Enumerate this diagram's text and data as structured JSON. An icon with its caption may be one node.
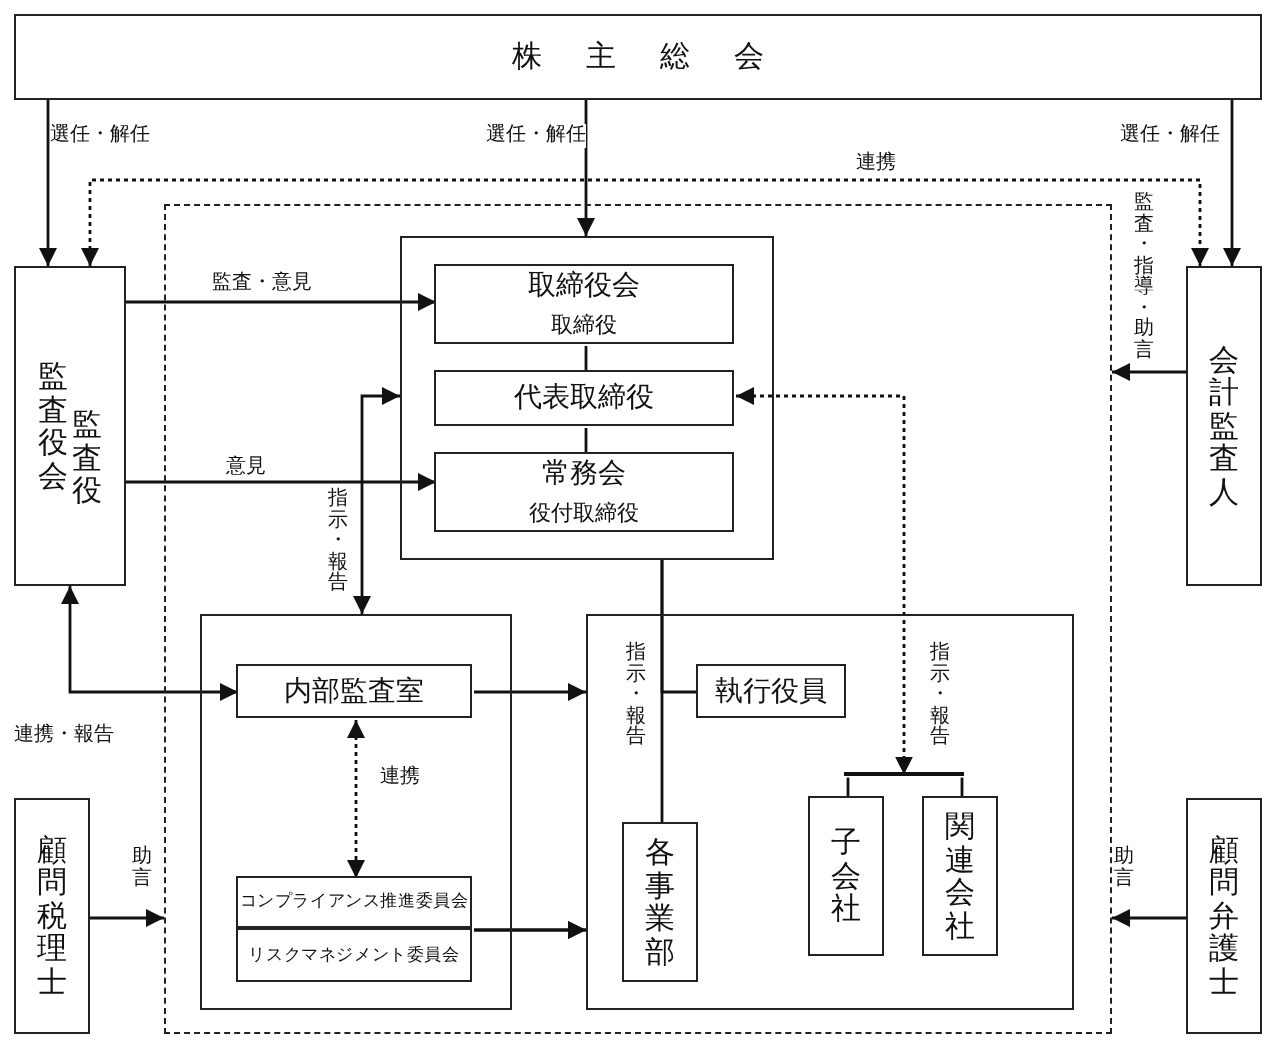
{
  "diagram": {
    "nodes": [
      {
        "text": [
          "株主総会"
        ]
      },
      {
        "text": [
          "監査役会",
          "監査役"
        ]
      },
      {
        "text": [
          "会計監査人"
        ]
      },
      {
        "text": [],
        "shape": "box"
      },
      {
        "text": [],
        "shape": "box",
        "in": 3
      },
      {
        "text": [
          "取締役会",
          "取締役"
        ],
        "in": 4
      },
      {
        "text": [
          "代表取締役"
        ],
        "in": 4
      },
      {
        "text": [
          "常務会",
          "役付取締役"
        ],
        "in": 4
      },
      {
        "text": [],
        "shape": "box",
        "in": 3
      },
      {
        "text": [
          "内部監査室"
        ],
        "in": 8
      },
      {
        "text": [
          "コンプライアンス推進委員会"
        ],
        "in": 8
      },
      {
        "text": [
          "リスクマネジメント委員会"
        ],
        "in": 8
      },
      {
        "text": [],
        "shape": "box",
        "in": 3
      },
      {
        "text": [
          "執行役員"
        ],
        "in": 12
      },
      {
        "text": [
          "各事業部"
        ],
        "in": 12
      },
      {
        "text": [
          "子会社"
        ],
        "in": 12
      },
      {
        "text": [
          "関連会社"
        ],
        "in": 12
      },
      {
        "text": [
          "顧問税理士"
        ]
      },
      {
        "text": [
          "顧問弁護士"
        ]
      },
      {
        "text": [],
        "shape": "bar",
        "in": 12
      }
    ],
    "edges": [
      {
        "from": 0,
        "to": 1,
        "arrow": "to",
        "label": "選任・解任"
      },
      {
        "from": 0,
        "to": 4,
        "arrow": "to",
        "label": "選任・解任"
      },
      {
        "from": 0,
        "to": 2,
        "arrow": "to",
        "label": "選任・解任"
      },
      {
        "from": 1,
        "to": 2,
        "arrow": "both",
        "label": "連携",
        "style": "dashed"
      },
      {
        "from": 1,
        "to": 5,
        "arrow": "to",
        "label": "監査・意見"
      },
      {
        "from": 1,
        "to": 7,
        "arrow": "to",
        "label": "意見"
      },
      {
        "from": 1,
        "to": 9,
        "arrow": "both",
        "label": "連携・報告"
      },
      {
        "from": 4,
        "to": 8,
        "arrow": "both",
        "label": "指示・報告"
      },
      {
        "from": 6,
        "to": 19,
        "arrow": "both",
        "label": "指示・報告",
        "style": "dashed"
      },
      {
        "from": 19,
        "to": 15,
        "arrow": "none"
      },
      {
        "from": 9,
        "to": 12,
        "arrow": "to"
      },
      {
        "from": 10,
        "to": 12,
        "arrow": "to"
      },
      {
        "from": 11,
        "to": 12,
        "arrow": "to"
      },
      {
        "from": 9,
        "to": 10,
        "arrow": "both",
        "label": "連携",
        "style": "dashed"
      },
      {
        "from": 4,
        "to": 13,
        "arrow": "none",
        "label": "指示・報告"
      },
      {
        "from": 4,
        "to": 14,
        "arrow": "none"
      },
      {
        "from": 5,
        "to": 6,
        "arrow": "none"
      },
      {
        "from": 6,
        "to": 7,
        "arrow": "none"
      },
      {
        "from": 2,
        "to": 3,
        "arrow": "to",
        "label": "監査・指導・助言"
      },
      {
        "from": 17,
        "to": 3,
        "arrow": "to",
        "label": "助言"
      },
      {
        "from": 18,
        "to": 3,
        "arrow": "to",
        "label": "助言"
      },
      {
        "from": 19,
        "to": 16,
        "arrow": "none"
      }
    ]
  }
}
